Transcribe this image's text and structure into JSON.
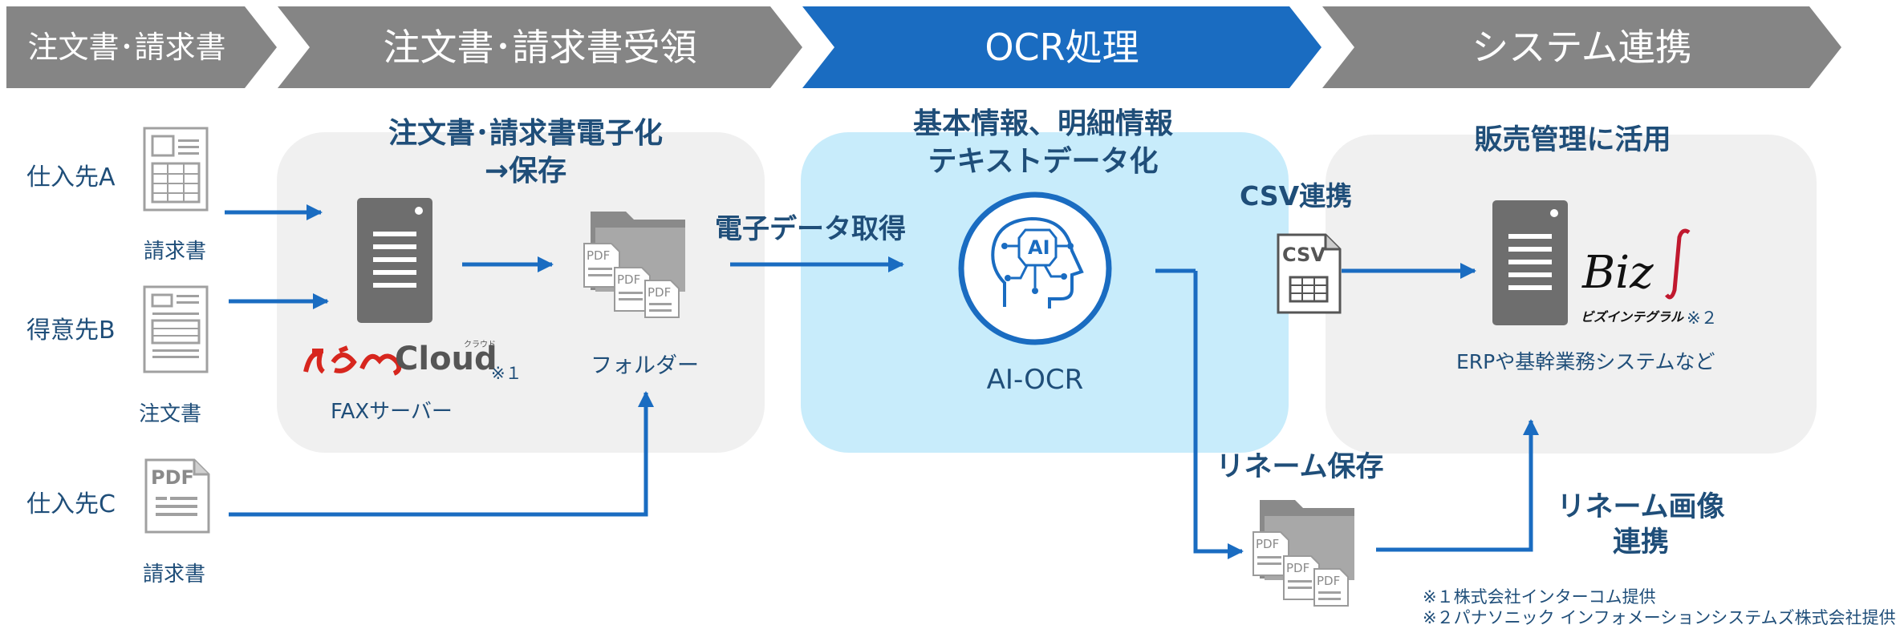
{
  "steps": [
    "注文書･請求書",
    "注文書･請求書受領",
    "OCR処理",
    "システム連携"
  ],
  "sources": [
    {
      "name": "仕入先A",
      "doc": "請求書"
    },
    {
      "name": "得意先B",
      "doc": "注文書"
    },
    {
      "name": "仕入先C",
      "doc": "請求書"
    }
  ],
  "receive": {
    "title_line1": "注文書･請求書電子化",
    "title_line2": "→保存",
    "fax_server": "FAXサーバー",
    "cloud_brand": "Cloud",
    "cloud_ruby": "クラウド",
    "note_mark1": "※１",
    "folder": "フォルダー"
  },
  "ocr": {
    "get_label": "電子データ取得",
    "title_line1": "基本情報、明細情報",
    "title_line2": "テキストデータ化",
    "ai_text": "AI",
    "name": "AI-OCR"
  },
  "system": {
    "csv_label": "CSV連携",
    "csv_icon_text": "CSV",
    "title": "販売管理に活用",
    "biz_text": "Biz",
    "biz_kana": "ビズインテグラル",
    "note_mark2": "※２",
    "erp": "ERPや基幹業務システムなど"
  },
  "rename": {
    "save_label": "リネーム保存",
    "link_line1": "リネーム画像",
    "link_line2": "連携"
  },
  "pdf_label": "PDF",
  "footnotes": [
    "※１株式会社インターコム提供",
    "※２パナソニック インフォメーションシステムズ株式会社提供"
  ],
  "colors": {
    "header_gray": "#858585",
    "header_blue": "#1a6cc1",
    "panel_gray": "#f0f0f0",
    "panel_blue": "#c8ecfb",
    "arrow_blue": "#1a6cc1",
    "text_navy": "#1f4e79",
    "server_gray": "#6e6e6e"
  },
  "icons": [
    "invoice-document-icon",
    "order-document-icon",
    "pdf-document-icon",
    "server-icon",
    "folder-pdf-icon",
    "ai-head-icon",
    "csv-file-icon",
    "bizintegral-logo",
    "aikyou-cloud-logo"
  ]
}
